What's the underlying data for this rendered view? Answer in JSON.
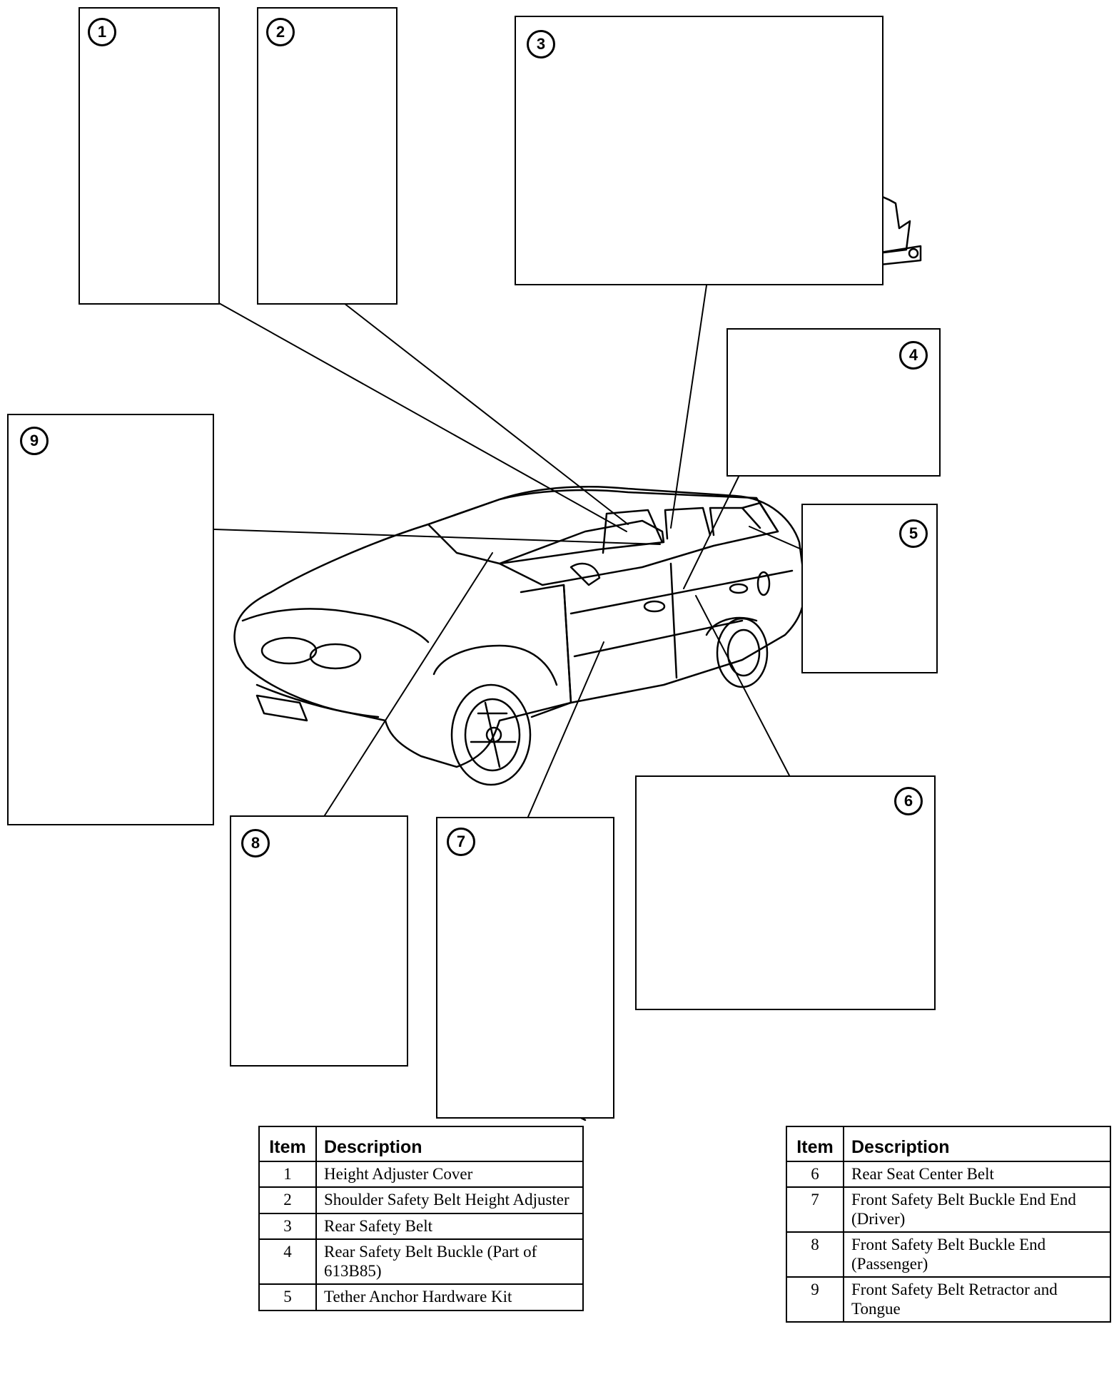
{
  "callouts": [
    "1",
    "2",
    "3",
    "4",
    "5",
    "6",
    "7",
    "8",
    "9"
  ],
  "legend_left": {
    "col_item": "Item",
    "col_desc": "Description",
    "rows": [
      {
        "item": "1",
        "desc": "Height Adjuster Cover"
      },
      {
        "item": "2",
        "desc": "Shoulder Safety Belt Height Adjuster"
      },
      {
        "item": "3",
        "desc": "Rear Safety Belt"
      },
      {
        "item": "4",
        "desc": "Rear Safety Belt Buckle (Part of 613B85)"
      },
      {
        "item": "5",
        "desc": "Tether Anchor Hardware Kit"
      }
    ]
  },
  "legend_right": {
    "col_item": "Item",
    "col_desc": "Description",
    "rows": [
      {
        "item": "6",
        "desc": "Rear Seat Center Belt"
      },
      {
        "item": "7",
        "desc": "Front Safety Belt Buckle End End (Driver)"
      },
      {
        "item": "8",
        "desc": "Front Safety Belt Buckle End (Passenger)"
      },
      {
        "item": "9",
        "desc": "Front Safety Belt Retractor and Tongue"
      }
    ]
  }
}
